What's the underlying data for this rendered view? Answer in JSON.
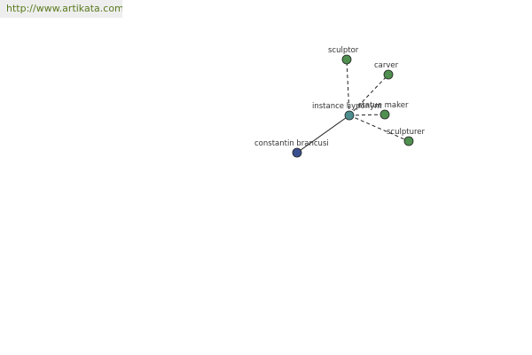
{
  "header": {
    "url": "http://www.artikata.com"
  },
  "graph": {
    "center": {
      "id": "hyponym",
      "label": "instance hyponym",
      "color": "#4d8d8d"
    },
    "nodes": [
      {
        "id": "sculptor",
        "label": "sculptor",
        "color": "#4f8f4f",
        "edge": "dashed"
      },
      {
        "id": "carver",
        "label": "carver",
        "color": "#4f8f4f",
        "edge": "dashed"
      },
      {
        "id": "statue",
        "label": "statue maker",
        "color": "#4f8f4f",
        "edge": "dashed"
      },
      {
        "id": "sculpturer",
        "label": "sculpturer",
        "color": "#4f8f4f",
        "edge": "dashed"
      },
      {
        "id": "brancusi",
        "label": "constantin brancusi",
        "color": "#3b4f8f",
        "edge": "solid"
      }
    ]
  }
}
